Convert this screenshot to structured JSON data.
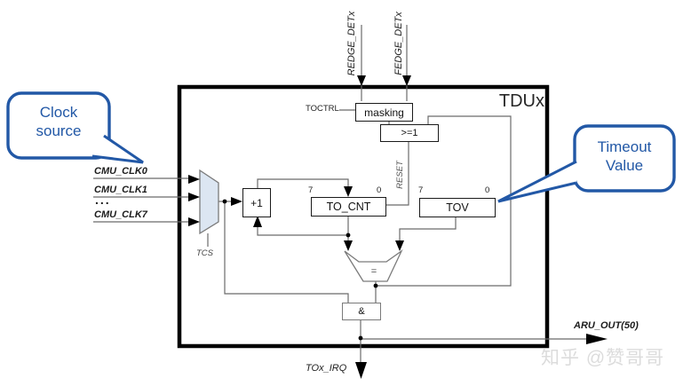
{
  "module": {
    "title": "TDUx"
  },
  "callouts": {
    "clock": {
      "line1": "Clock",
      "line2": "source"
    },
    "timeout": {
      "line1": "Timeout",
      "line2": "Value"
    }
  },
  "blocks": {
    "masking": "masking",
    "or_gate": ">=1",
    "increment": "+1",
    "counter": "TO_CNT",
    "timeout_reg": "TOV",
    "and_gate": "&",
    "comparator_eq": "=",
    "bit_msb": "7",
    "bit_lsb": "0"
  },
  "signals": {
    "redge": "REDGE_DETx",
    "fedge": "FEDGE_DETx",
    "toctrl": "TOCTRL",
    "reset": "RESET",
    "tcs": "TCS",
    "cmu_clk0": "CMU_CLK0",
    "cmu_clk1": "CMU_CLK1",
    "cmu_ellipsis": "...",
    "cmu_clk7": "CMU_CLK7",
    "tox_irq": "TOx_IRQ",
    "aru_out": "ARU_OUT(50)"
  },
  "watermark": "知乎 @赞哥哥",
  "colors": {
    "accent": "#2258a6",
    "mux_fill": "#dce6f2",
    "watermark_gray": "#dcdcdc"
  }
}
